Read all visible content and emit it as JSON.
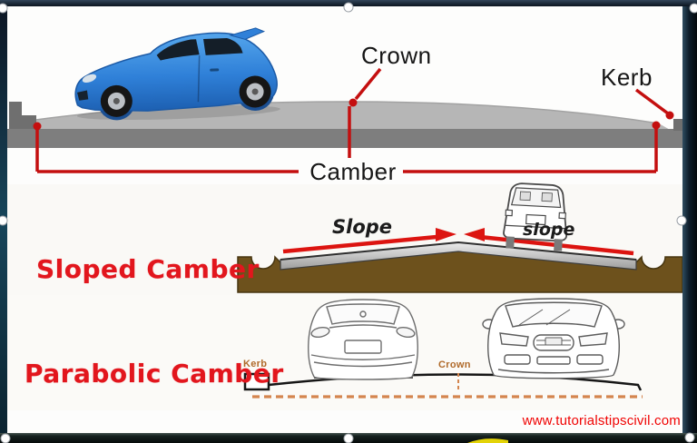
{
  "colors": {
    "accent_red": "#c40f0f",
    "title_red": "#e2161d",
    "road_gray": "#b6b6b6",
    "road_base_gray": "#7e7e7e",
    "earth_brown": "#6d511c",
    "dashed_ochre": "#d4854e",
    "car_blue": "#2f80d8",
    "frame_dark": "#101c29"
  },
  "top_diagram": {
    "crown_label": "Crown",
    "kerb_label": "Kerb",
    "camber_label": "Camber"
  },
  "sloped_diagram": {
    "title": "Sloped Camber",
    "slope_left_label": "Slope",
    "slope_right_label": "slope"
  },
  "parabolic_diagram": {
    "title": "Parabolic Camber",
    "kerb_label": "Kerb",
    "crown_label": "Crown"
  },
  "footer": {
    "website_url": "www.tutorialstipscivil.com"
  }
}
